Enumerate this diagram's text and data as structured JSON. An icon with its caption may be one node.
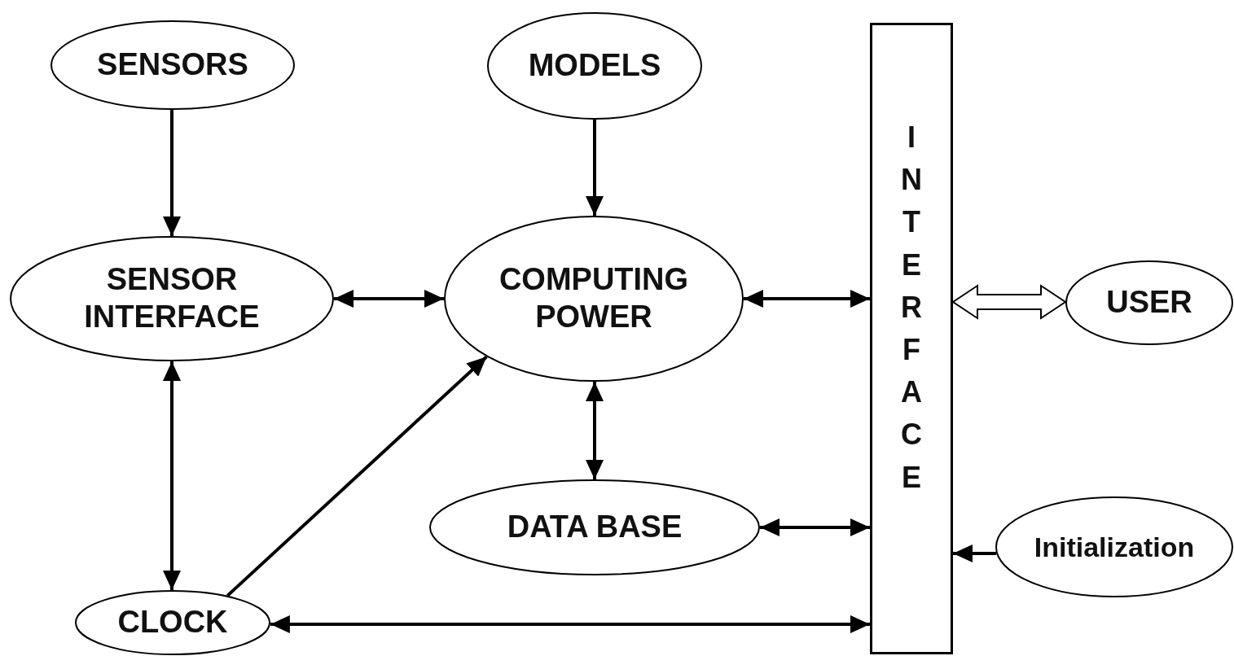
{
  "diagram": {
    "nodes": [
      {
        "text": [
          "SENSORS"
        ]
      },
      {
        "text": [
          "MODELS"
        ]
      },
      {
        "text": [
          "INTERFACE"
        ]
      },
      {
        "text": [
          "SENSOR INTERFACE"
        ]
      },
      {
        "text": [
          "COMPUTING POWER"
        ]
      },
      {
        "text": [
          "USER"
        ]
      },
      {
        "text": [
          "DATA BASE"
        ]
      },
      {
        "text": [
          "Initialization"
        ]
      },
      {
        "text": [
          "CLOCK"
        ]
      }
    ],
    "edges": [
      {
        "from": 0,
        "to": 3,
        "arrow": "to"
      },
      {
        "from": 1,
        "to": 4,
        "arrow": "to"
      },
      {
        "from": 3,
        "to": 4,
        "arrow": "both"
      },
      {
        "from": 4,
        "to": 2,
        "arrow": "both"
      },
      {
        "from": 2,
        "to": 5,
        "arrow": "both",
        "style": "thick"
      },
      {
        "from": 3,
        "to": 8,
        "arrow": "both"
      },
      {
        "from": 8,
        "to": 4,
        "arrow": "to"
      },
      {
        "from": 4,
        "to": 6,
        "arrow": "both"
      },
      {
        "from": 6,
        "to": 2,
        "arrow": "both"
      },
      {
        "from": 7,
        "to": 2,
        "arrow": "to"
      },
      {
        "from": 8,
        "to": 2,
        "arrow": "both"
      }
    ]
  }
}
